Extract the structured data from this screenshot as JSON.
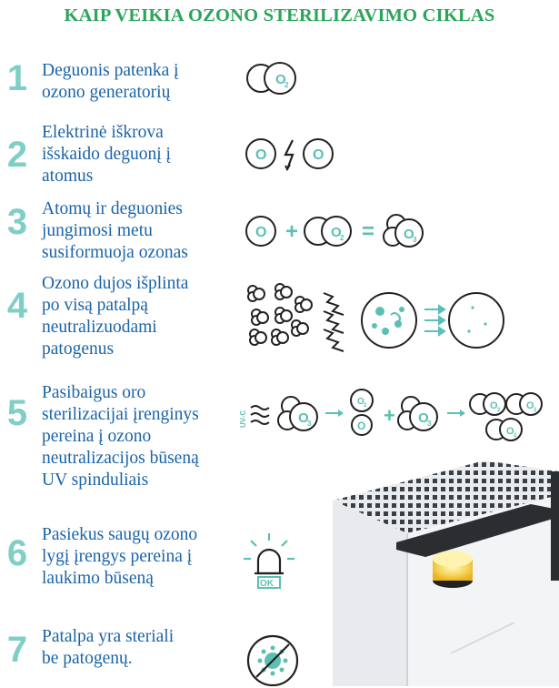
{
  "title": "KAIP VEIKIA OZONO STERILIZAVIMO CIKLAS",
  "steps": [
    {
      "number": "1",
      "lines": [
        "Deguonis patenka į",
        "ozono generatorių"
      ]
    },
    {
      "number": "2",
      "lines": [
        "Elektrinė iškrova",
        "išskaido deguonį į",
        "atomus"
      ]
    },
    {
      "number": "3",
      "lines": [
        "Atomų ir deguonies",
        "jungimosi metu",
        "susiformuoja ozonas"
      ]
    },
    {
      "number": "4",
      "lines": [
        "Ozono dujos išplinta",
        "po visą patalpą",
        "neutralizuodami",
        "patogenus"
      ]
    },
    {
      "number": "5",
      "lines": [
        "Pasibaigus oro",
        "sterilizacijai įrenginys",
        "pereina į ozono",
        "neutralizacijos būseną",
        "UV spinduliais"
      ]
    },
    {
      "number": "6",
      "lines": [
        "Pasiekus saugų ozono",
        "lygį įrengys pereina į",
        "laukimo būseną"
      ]
    },
    {
      "number": "7",
      "lines": [
        "Patalpa yra steriali",
        "be patogenų."
      ]
    }
  ],
  "icons": {
    "atom_o": "O",
    "o2_main": "O",
    "o2_sub": "2",
    "o3_main": "O",
    "o3_sub": "3",
    "plus": "+",
    "equals": "=",
    "uvc": "UV-C",
    "ok": "OK"
  },
  "colors": {
    "title": "#2aa55a",
    "number": "#7fcfc6",
    "text": "#1b64a8",
    "accent": "#5bbfb4"
  }
}
